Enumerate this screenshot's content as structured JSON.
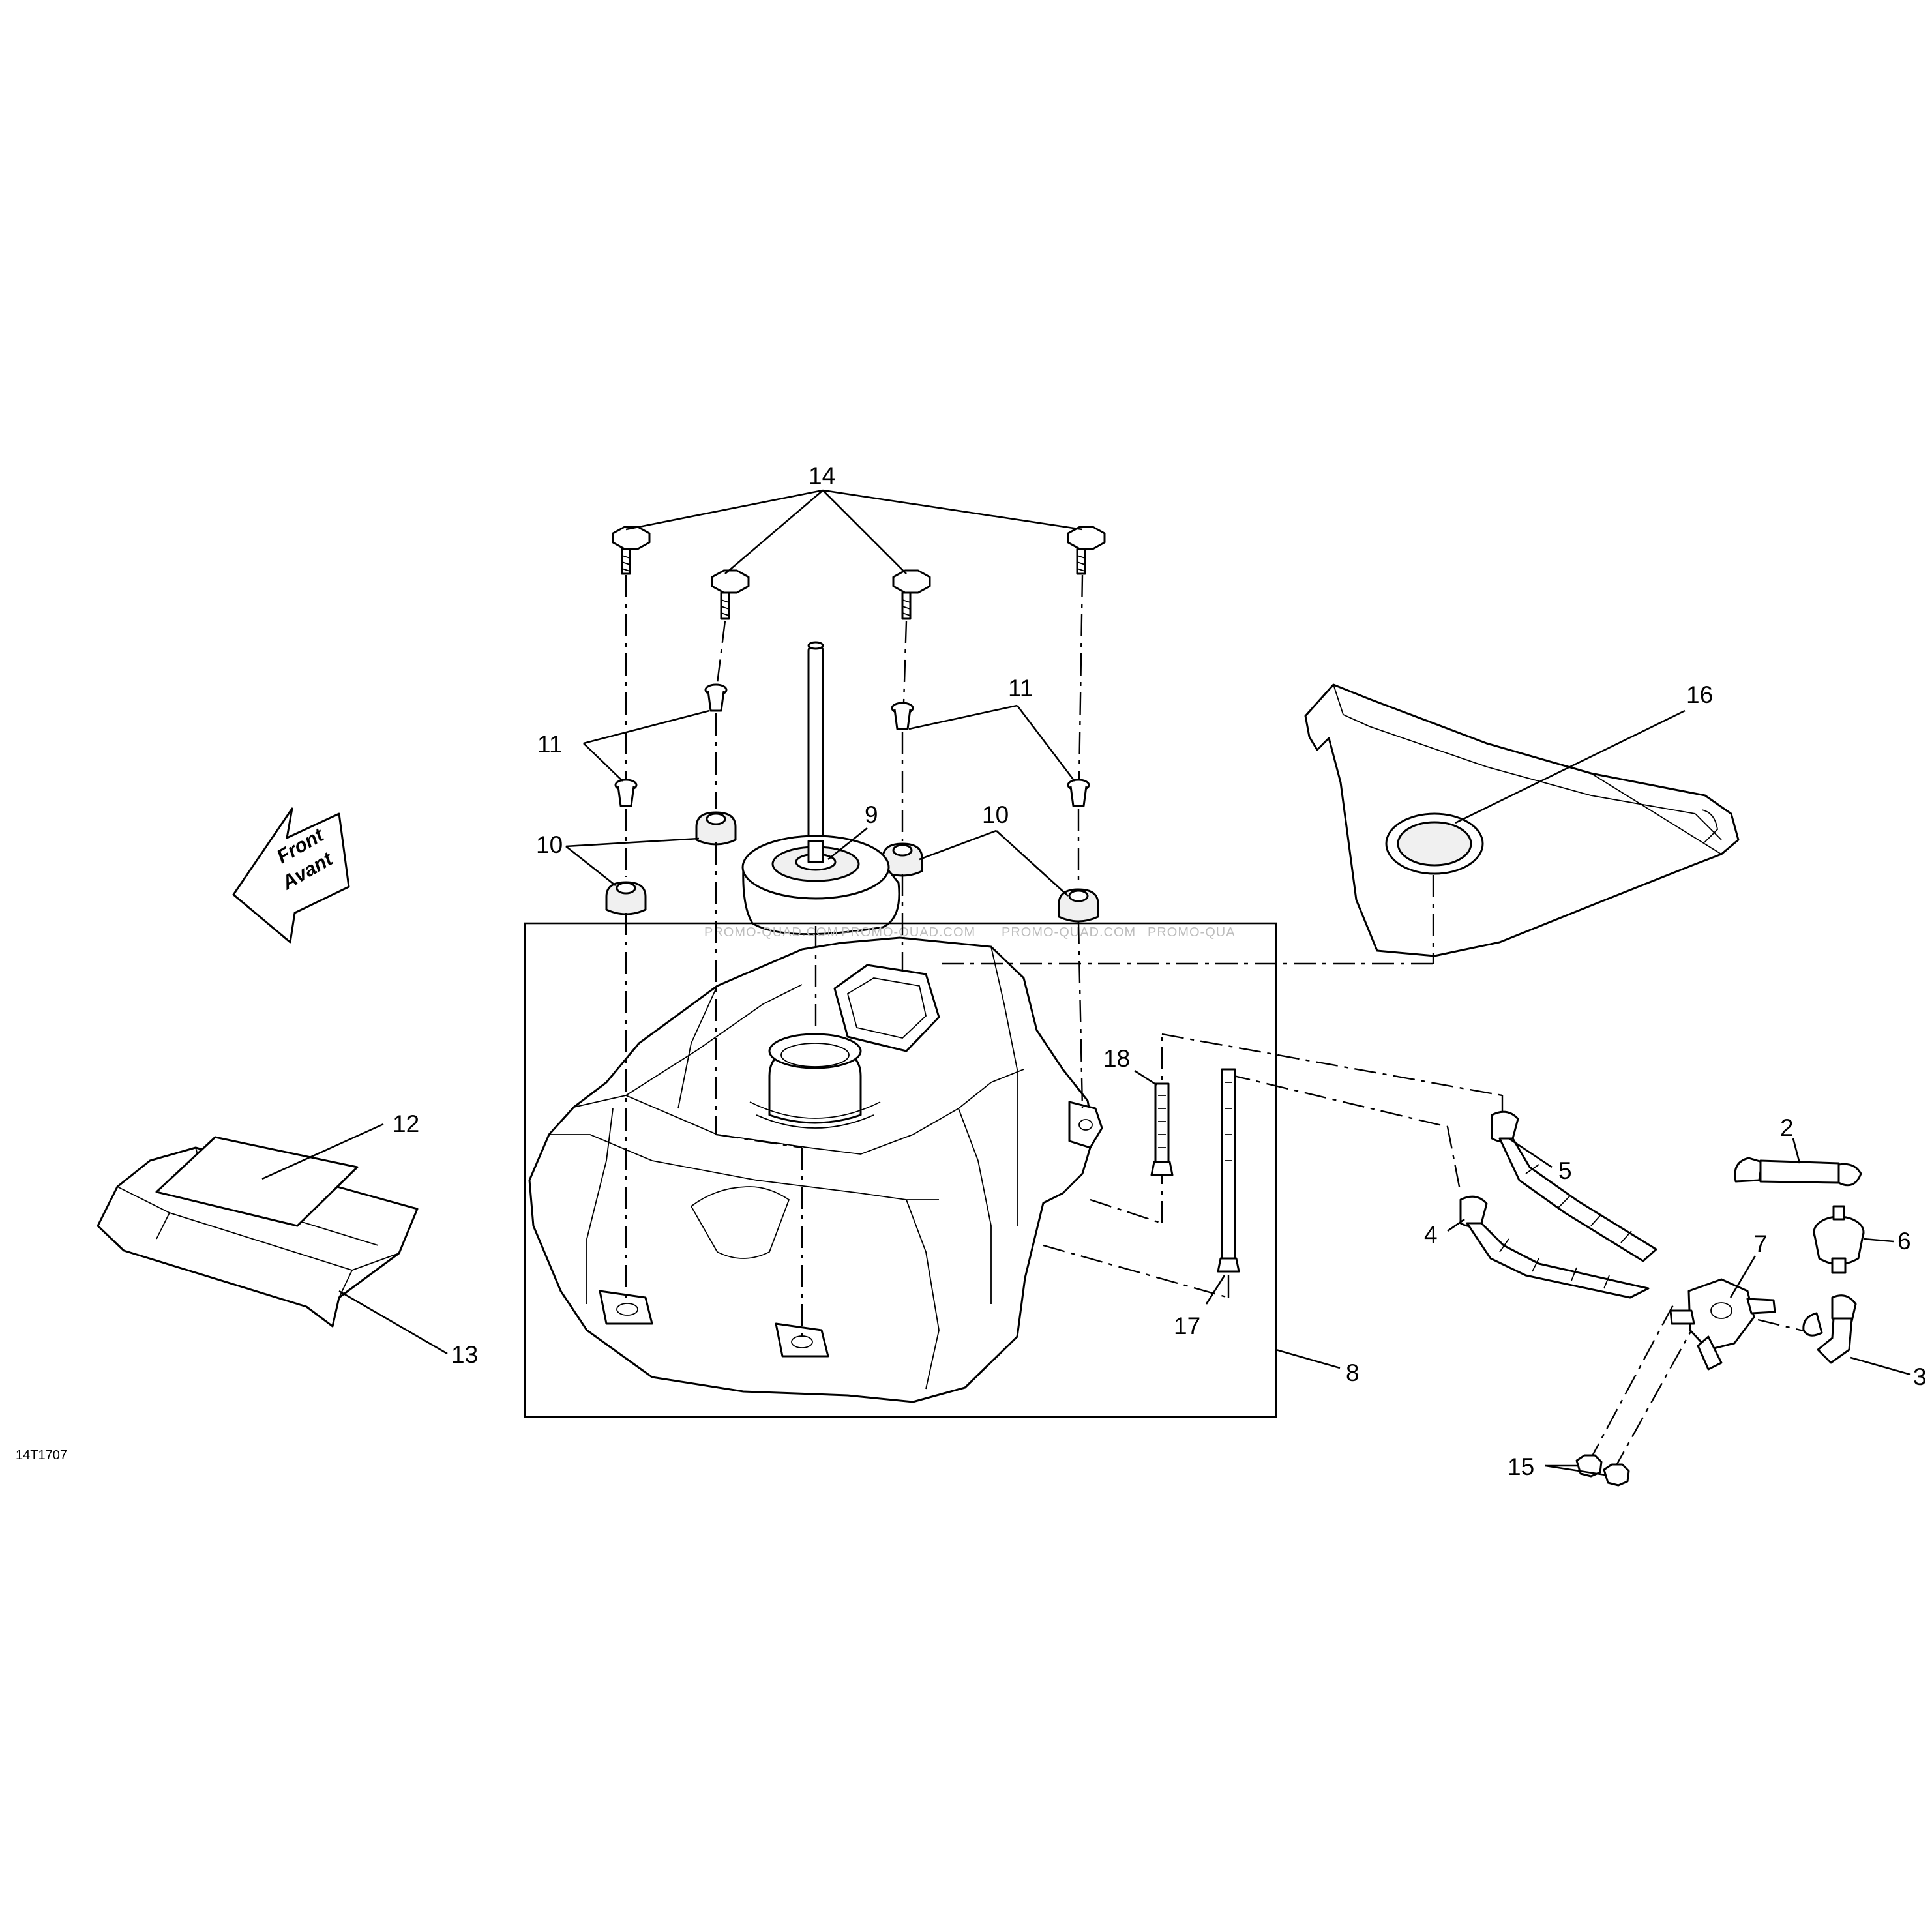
{
  "drawing_code": "14T1707",
  "watermark": [
    "PROMO-QUAD.COM",
    "PROMO-QUAD.COM",
    "PROMO-QUAD.COM",
    "PROMO-QUA"
  ],
  "front_arrow": {
    "line1": "Front",
    "line2": "Avant"
  },
  "callouts": [
    {
      "id": "14",
      "label": "14"
    },
    {
      "id": "11a",
      "label": "11"
    },
    {
      "id": "11b",
      "label": "11"
    },
    {
      "id": "10a",
      "label": "10"
    },
    {
      "id": "10b",
      "label": "10"
    },
    {
      "id": "9",
      "label": "9"
    },
    {
      "id": "16",
      "label": "16"
    },
    {
      "id": "12",
      "label": "12"
    },
    {
      "id": "13",
      "label": "13"
    },
    {
      "id": "18",
      "label": "18"
    },
    {
      "id": "17",
      "label": "17"
    },
    {
      "id": "8",
      "label": "8"
    },
    {
      "id": "5",
      "label": "5"
    },
    {
      "id": "4",
      "label": "4"
    },
    {
      "id": "2",
      "label": "2"
    },
    {
      "id": "6",
      "label": "6"
    },
    {
      "id": "7",
      "label": "7"
    },
    {
      "id": "3",
      "label": "3"
    },
    {
      "id": "15",
      "label": "15"
    }
  ],
  "colors": {
    "line": "#000000",
    "background": "#ffffff",
    "watermark": "#bdbdbd"
  }
}
